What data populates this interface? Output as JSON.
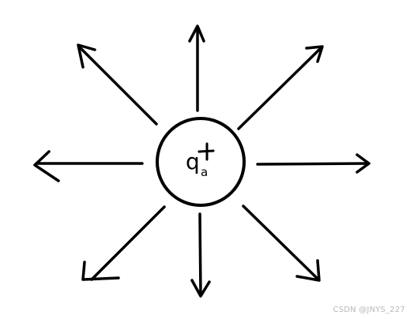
{
  "charge": {
    "symbol": "q",
    "subscript": "a",
    "sign": "+"
  },
  "watermark": "CSDN @JNYS_227",
  "colors": {
    "ink": "#000000",
    "background": "#ffffff",
    "watermark": "#b8b8b8"
  },
  "icons": {
    "arrow": "arrow-icon",
    "charge": "positive-charge-icon"
  }
}
